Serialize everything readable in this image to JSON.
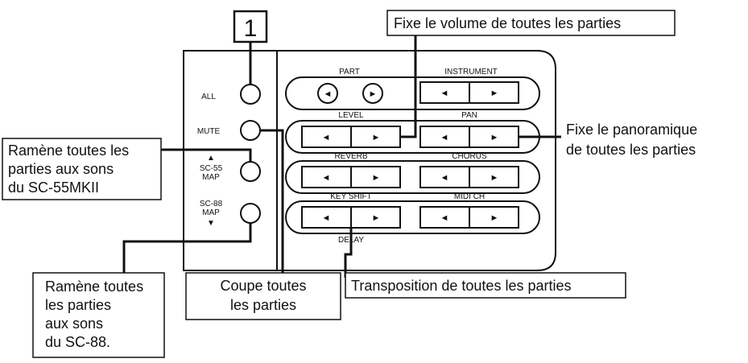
{
  "step_number": "1",
  "left_buttons": {
    "all": "ALL",
    "mute": "MUTE",
    "sc55_line1": "SC-55",
    "sc55_line2": "MAP",
    "sc88_line1": "SC-88",
    "sc88_line2": "MAP"
  },
  "groups": {
    "part": "PART",
    "instrument": "INSTRUMENT",
    "level": "LEVEL",
    "pan": "PAN",
    "reverb": "REVERB",
    "chorus": "CHORUS",
    "key_shift": "KEY SHIFT",
    "midi_ch": "MIDI CH",
    "delay": "DELAY"
  },
  "callouts": {
    "volume": "Fixe le volume de toutes les parties",
    "pan": [
      "Fixe le panoramique",
      "de toutes les parties"
    ],
    "sc55": [
      "Ramène toutes les",
      "parties aux sons",
      "du SC-55MKII"
    ],
    "sc88": [
      "Ramène toutes",
      "les parties",
      "aux sons",
      "du SC-88."
    ],
    "mute": [
      "Coupe toutes",
      "les parties"
    ],
    "transpose": "Transposition de toutes les parties"
  },
  "icons": {
    "left_arrow": "◄",
    "right_arrow": "►",
    "up_triangle": "▲",
    "down_triangle": "▼"
  }
}
